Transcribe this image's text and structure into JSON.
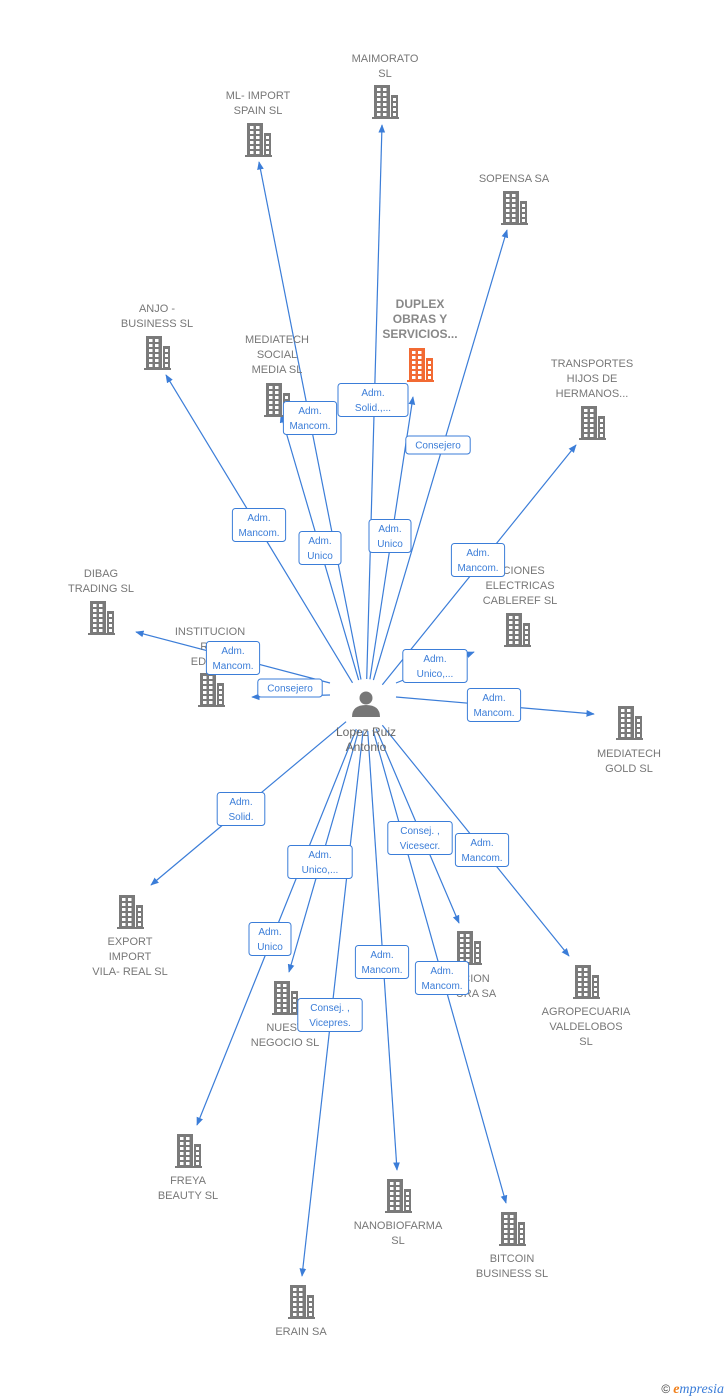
{
  "colors": {
    "edge": "#3b7dd8",
    "building": "#7a7a7a",
    "focus_building": "#f26a33",
    "person": "#777777",
    "label": "#777777"
  },
  "center": {
    "id": "center",
    "label": [
      "Lopez Ruiz",
      "Antonio"
    ],
    "icon": "person-icon"
  },
  "nodes": [
    {
      "id": "maimorato",
      "label": [
        "MAIMORATO",
        "SL"
      ],
      "icon": "building-icon"
    },
    {
      "id": "ml-import",
      "label": [
        "ML- IMPORT",
        "SPAIN  SL"
      ],
      "icon": "building-icon"
    },
    {
      "id": "sopensa",
      "label": [
        "SOPENSA SA"
      ],
      "icon": "building-icon"
    },
    {
      "id": "duplex",
      "label": [
        "DUPLEX",
        "OBRAS Y",
        "SERVICIOS..."
      ],
      "icon": "building-icon",
      "focus": true
    },
    {
      "id": "anjo",
      "label": [
        "ANJO -",
        "BUSINESS  SL"
      ],
      "icon": "building-icon"
    },
    {
      "id": "mediatech-social",
      "label": [
        "MEDIATECH",
        "SOCIAL",
        "MEDIA  SL"
      ],
      "icon": "building-icon"
    },
    {
      "id": "transportes",
      "label": [
        "TRANSPORTES",
        "HIJOS DE",
        "HERMANOS..."
      ],
      "icon": "building-icon"
    },
    {
      "id": "dibag",
      "label": [
        "DIBAG",
        "TRADING  SL"
      ],
      "icon": "building-icon"
    },
    {
      "id": "instalaciones",
      "label": [
        "ACIONES",
        "ELECTRICAS",
        "CABLEREF SL"
      ],
      "icon": "building-icon"
    },
    {
      "id": "institucion",
      "label": [
        "INSTITUCION",
        "RIO",
        "EDUCA"
      ],
      "icon": "building-icon"
    },
    {
      "id": "mediatech-gold",
      "label": [
        "MEDIATECH",
        "GOLD  SL"
      ],
      "icon": "building-icon"
    },
    {
      "id": "export",
      "label": [
        "EXPORT",
        "IMPORT",
        "VILA- REAL SL"
      ],
      "icon": "building-icon"
    },
    {
      "id": "agropecuaria",
      "label": [
        "AGROPECUARIA",
        "VALDELOBOS",
        "SL"
      ],
      "icon": "building-icon"
    },
    {
      "id": "cion",
      "label": [
        "CION",
        "URA SA"
      ],
      "icon": "building-icon"
    },
    {
      "id": "nuestro",
      "label": [
        "NUEST",
        "NEGOCIO  SL"
      ],
      "icon": "building-icon"
    },
    {
      "id": "freya",
      "label": [
        "FREYA",
        "BEAUTY  SL"
      ],
      "icon": "building-icon"
    },
    {
      "id": "nanobiofarma",
      "label": [
        "NANOBIOFARMA",
        "SL"
      ],
      "icon": "building-icon"
    },
    {
      "id": "bitcoin",
      "label": [
        "BITCOIN",
        "BUSINESS  SL"
      ],
      "icon": "building-icon"
    },
    {
      "id": "erain",
      "label": [
        "ERAIN SA"
      ],
      "icon": "building-icon"
    }
  ],
  "edges": [
    {
      "to": "maimorato",
      "label": [
        "Adm.",
        "Solid.,..."
      ]
    },
    {
      "to": "ml-import",
      "label": [
        "Adm.",
        "Unico"
      ]
    },
    {
      "to": "sopensa",
      "label": [
        "Consejero"
      ]
    },
    {
      "to": "duplex",
      "label": [
        "Adm.",
        "Unico"
      ]
    },
    {
      "to": "anjo",
      "label": [
        "Adm.",
        "Mancom."
      ]
    },
    {
      "to": "mediatech-social",
      "label": [
        "Adm.",
        "Mancom."
      ]
    },
    {
      "to": "transportes",
      "label": [
        "Adm.",
        "Mancom."
      ]
    },
    {
      "to": "dibag",
      "label": [
        "Adm.",
        "Mancom."
      ]
    },
    {
      "to": "instalaciones",
      "label": [
        "Adm.",
        "Unico,..."
      ]
    },
    {
      "to": "institucion",
      "label": [
        "Consejero"
      ]
    },
    {
      "to": "mediatech-gold",
      "label": [
        "Adm.",
        "Mancom."
      ]
    },
    {
      "to": "export",
      "label": [
        "Adm.",
        "Solid."
      ]
    },
    {
      "to": "agropecuaria",
      "label": [
        "Adm.",
        "Mancom."
      ]
    },
    {
      "to": "cion",
      "label": [
        "Consej. ,",
        "Vicesecr."
      ]
    },
    {
      "to": "nuestro",
      "label": [
        "Adm.",
        "Unico,..."
      ]
    },
    {
      "to": "freya",
      "label": [
        "Adm.",
        "Unico"
      ]
    },
    {
      "to": "nanobiofarma",
      "label": [
        "Adm.",
        "Mancom."
      ]
    },
    {
      "to": "bitcoin",
      "label": [
        "Adm.",
        "Mancom."
      ]
    },
    {
      "to": "erain",
      "label": [
        "Consej. ,",
        "Vicepres."
      ]
    }
  ],
  "footer": {
    "copyright": "©",
    "brand_initial": "e",
    "brand_rest": "mpresia"
  }
}
